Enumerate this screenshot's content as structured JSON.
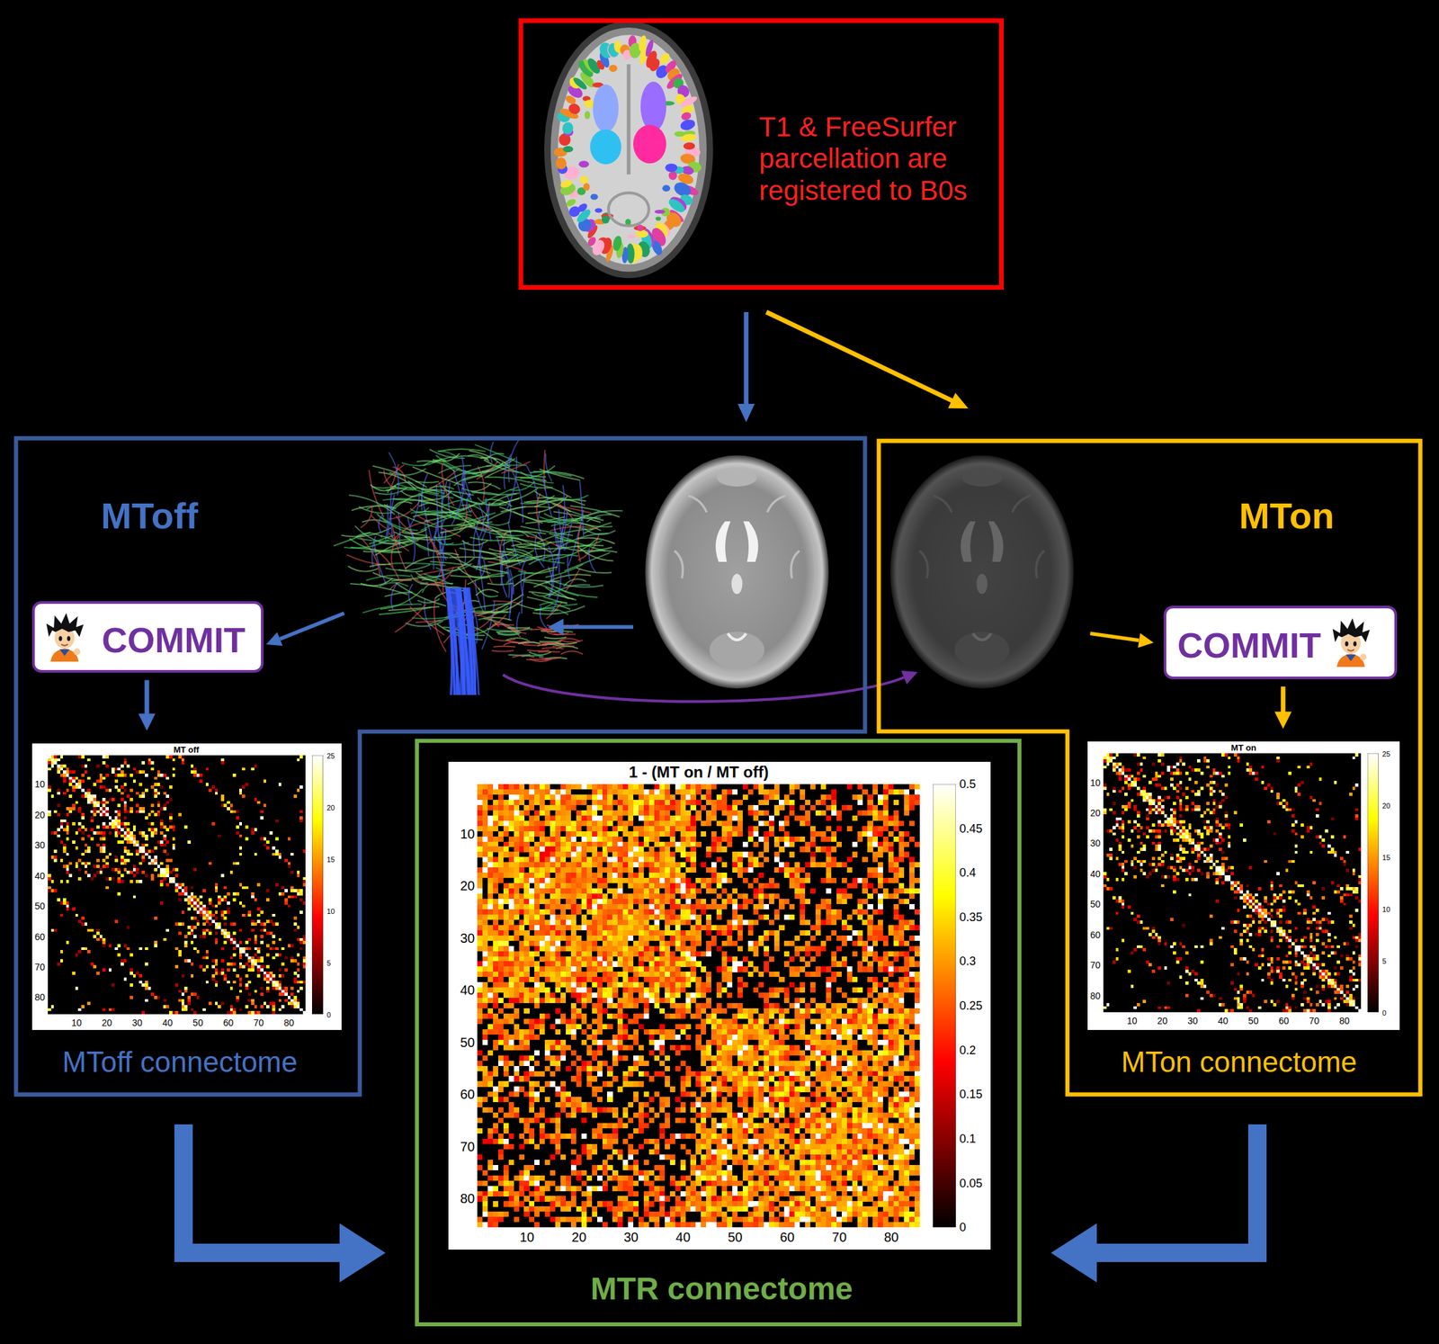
{
  "diagram": {
    "nodes": [
      {
        "text": [
          "T1 & FreeSurfer parcellation are registered to B0s"
        ]
      },
      {
        "text": [
          "MToff",
          "MToff connectome"
        ]
      },
      {
        "text": [
          "COMMIT"
        ],
        "in": 1
      },
      {
        "text": [
          "MT off"
        ],
        "in": 1
      },
      {
        "text": [
          "MTon",
          "MTon connectome"
        ]
      },
      {
        "text": [
          "COMMIT"
        ],
        "in": 4
      },
      {
        "text": [
          "MT on"
        ],
        "in": 4
      },
      {
        "text": [
          "MTR connectome"
        ]
      },
      {
        "text": [
          "1 - (MT on / MT off)"
        ],
        "in": 7
      }
    ],
    "edges": [
      {
        "from": 0,
        "to": 1,
        "arrow": "to"
      },
      {
        "from": 0,
        "to": 4,
        "arrow": "to"
      },
      {
        "from": 2,
        "to": 3,
        "arrow": "to"
      },
      {
        "from": 5,
        "to": 6,
        "arrow": "to"
      },
      {
        "from": 1,
        "to": 7,
        "arrow": "to"
      },
      {
        "from": 4,
        "to": 7,
        "arrow": "to"
      }
    ],
    "labels": [
      "10",
      "20",
      "30",
      "40",
      "50",
      "60",
      "70",
      "80",
      "10",
      "20",
      "30",
      "40",
      "50",
      "60",
      "70",
      "80",
      "0",
      "5",
      "10",
      "15",
      "20",
      "25",
      "10",
      "20",
      "30",
      "40",
      "50",
      "60",
      "70",
      "80",
      "10",
      "20",
      "30",
      "40",
      "50",
      "60",
      "70",
      "80",
      "0",
      "5",
      "10",
      "15",
      "20",
      "25",
      "10",
      "20",
      "30",
      "40",
      "50",
      "60",
      "70",
      "80",
      "10",
      "20",
      "30",
      "40",
      "50",
      "60",
      "70",
      "80",
      "0",
      "0.05",
      "0.1",
      "0.15",
      "0.2",
      "0.25",
      "0.3",
      "0.35",
      "0.4",
      "0.45",
      "0.5"
    ]
  }
}
